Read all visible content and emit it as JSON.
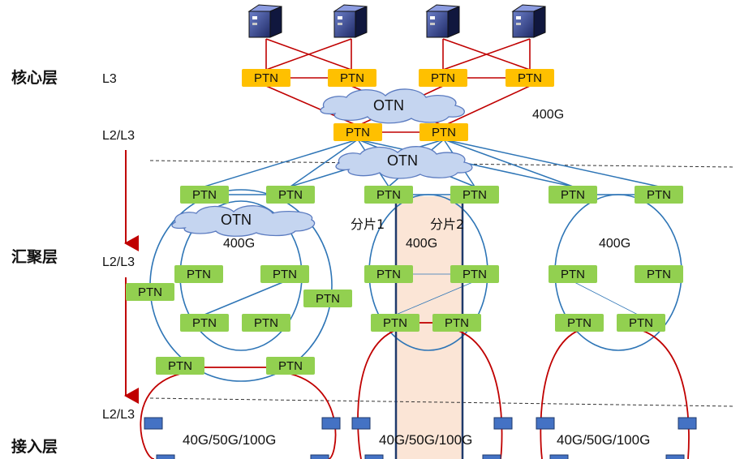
{
  "layers": {
    "core": "核心层",
    "aggregation": "汇聚层",
    "access": "接入层"
  },
  "levels": {
    "l3": "L3",
    "l2l3_top": "L2/L3",
    "l2l3_mid": "L2/L3",
    "l2l3_bottom": "L2/L3"
  },
  "node_label": "PTN",
  "otn_label": "OTN",
  "bandwidth": {
    "core": "400G",
    "ring_left": "400G",
    "ring_mid": "400G",
    "ring_right": "400G"
  },
  "slices": {
    "slice1": "分片1",
    "slice2": "分片2"
  },
  "access_bw": {
    "left": "40G/50G/100G",
    "mid": "40G/50G/100G",
    "right": "40G/50G/100G"
  },
  "colors": {
    "core_node": "#FFC000",
    "agg_node": "#92D050",
    "otn_cloud": "#C5D5F0",
    "red_link": "#C00000",
    "blue_link": "#2E75B6",
    "slice_band": "#FBE5D6",
    "access_node": "#4472C4"
  }
}
